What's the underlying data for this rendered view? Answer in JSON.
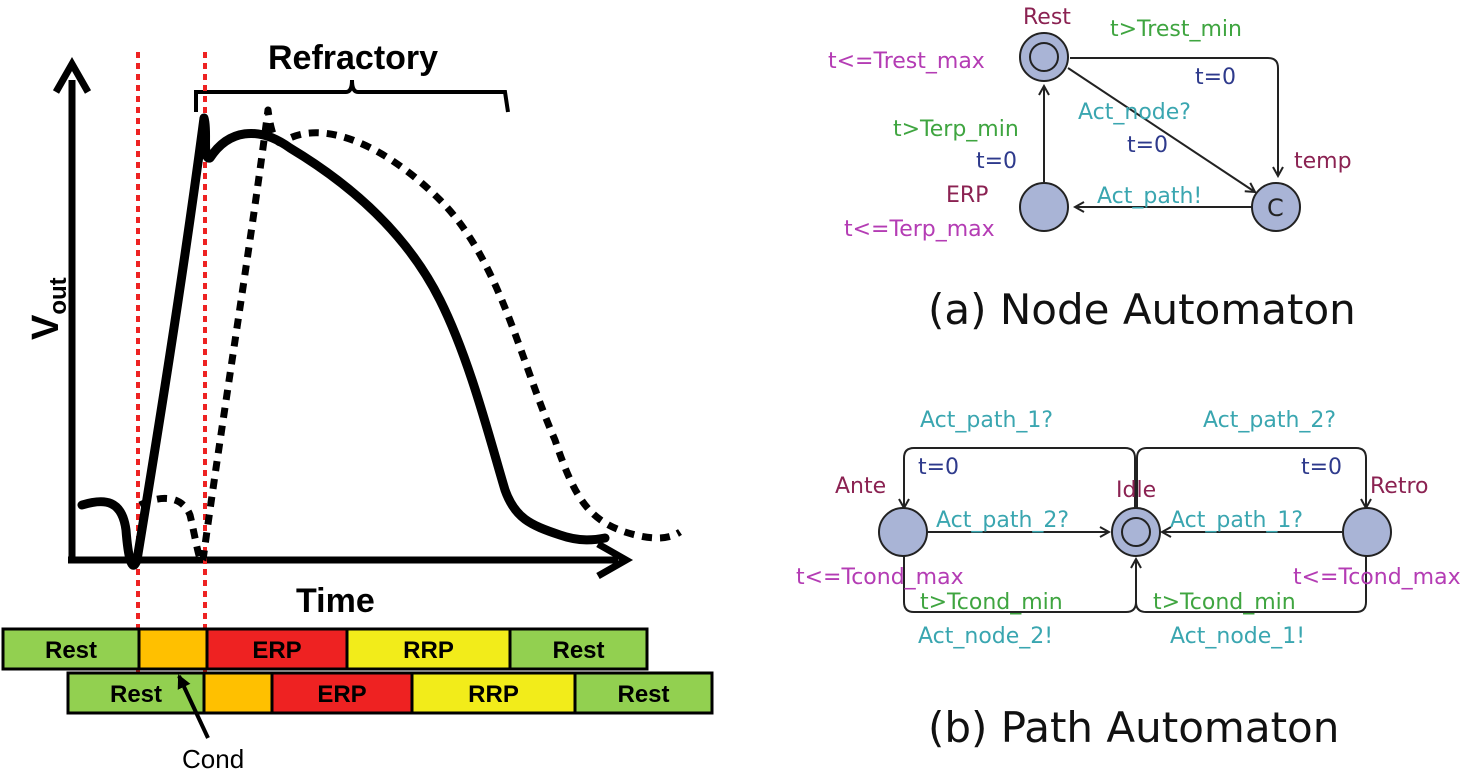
{
  "waveform": {
    "y_axis_label": "V",
    "y_axis_subscript": "out",
    "x_axis_label": "Time",
    "refractory_label": "Refractory",
    "cond_label": "Cond"
  },
  "timeline_top": {
    "segments": [
      {
        "label": "Rest",
        "color": "#92d050"
      },
      {
        "label": "",
        "color": "#ffc000"
      },
      {
        "label": "ERP",
        "color": "#ee2222"
      },
      {
        "label": "RRP",
        "color": "#f2ec1a"
      },
      {
        "label": "Rest",
        "color": "#92d050"
      }
    ]
  },
  "timeline_bottom": {
    "segments": [
      {
        "label": "Rest",
        "color": "#92d050"
      },
      {
        "label": "",
        "color": "#ffc000"
      },
      {
        "label": "ERP",
        "color": "#ee2222"
      },
      {
        "label": "RRP",
        "color": "#f2ec1a"
      },
      {
        "label": "Rest",
        "color": "#92d050"
      }
    ]
  },
  "node_automaton": {
    "caption": "(a) Node Automaton",
    "states": {
      "rest": "Rest",
      "erp": "ERP",
      "temp": "temp",
      "committed_mark": "C"
    },
    "invariants": {
      "rest": "t<=Trest_max",
      "erp": "t<=Terp_max"
    },
    "edges": {
      "rest_to_temp_top_guard": "t>Trest_min",
      "rest_to_temp_top_assign": "t=0",
      "rest_to_temp_diag_sync": "Act_node?",
      "rest_to_temp_diag_assign": "t=0",
      "temp_to_erp_sync": "Act_path!",
      "erp_to_rest_guard": "t>Terp_min",
      "erp_to_rest_assign": "t=0"
    }
  },
  "path_automaton": {
    "caption": "(b) Path Automaton",
    "states": {
      "ante": "Ante",
      "idle": "Idle",
      "retro": "Retro"
    },
    "invariants": {
      "ante": "t<=Tcond_max",
      "retro": "t<=Tcond_max"
    },
    "edges": {
      "idle_to_ante_sync": "Act_path_1?",
      "idle_to_ante_assign": "t=0",
      "idle_to_retro_sync": "Act_path_2?",
      "idle_to_retro_assign": "t=0",
      "ante_to_idle_sync": "Act_path_2?",
      "retro_to_idle_sync": "Act_path_1?",
      "ante_return_guard": "t>Tcond_min",
      "ante_return_sync": "Act_node_2!",
      "retro_return_guard": "t>Tcond_min",
      "retro_return_sync": "Act_node_1!"
    }
  }
}
